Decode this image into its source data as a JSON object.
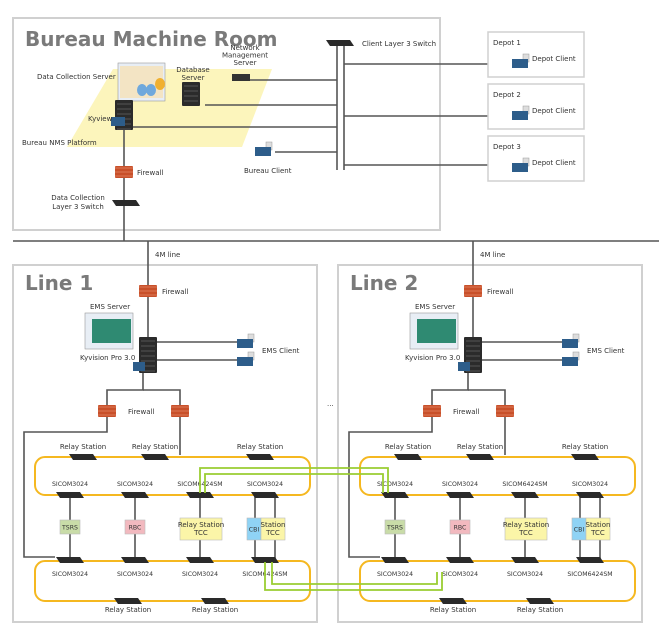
{
  "bureau": {
    "title": "Bureau Machine Room",
    "client_switch": "Client Layer 3 Switch",
    "nms_server": [
      "Network",
      "Management",
      "Server"
    ],
    "database_server": [
      "Database",
      "Server"
    ],
    "data_collection_server": "Data Collection Server",
    "kyview": "Kyview",
    "platform": "Bureau NMS Platform",
    "firewall": "Firewall",
    "bureau_client": "Bureau Client",
    "dc_switch": [
      "Data Collection",
      "Layer 3 Switch"
    ]
  },
  "depots": [
    {
      "name": "Depot 1",
      "client": "Depot Client"
    },
    {
      "name": "Depot 2",
      "client": "Depot Client"
    },
    {
      "name": "Depot 3",
      "client": "Depot Client"
    }
  ],
  "ellipsis": "...",
  "lines": [
    {
      "title": "Line 1",
      "link": "4M line",
      "firewall": "Firewall",
      "ems_server": "EMS Server",
      "kyvision": "Kyvision Pro 3.0",
      "ems_client": "EMS Client",
      "lower_firewall": "Firewall",
      "top_relays": [
        "Relay Station",
        "Relay Station",
        "Relay Station"
      ],
      "top_sicom": [
        "SICOM3024",
        "SICOM3024",
        "SICOM6424SM",
        "SICOM3024"
      ],
      "systems": [
        "TSRS",
        "RBC",
        [
          "Relay Station",
          "TCC"
        ],
        "CBI",
        [
          "Station",
          "TCC"
        ]
      ],
      "bottom_sicom": [
        "SICOM3024",
        "SICOM3024",
        "SICOM3024",
        "SICOM6424SM"
      ],
      "bottom_relays": [
        "Relay Station",
        "Relay Station"
      ]
    },
    {
      "title": "Line 2",
      "link": "4M line",
      "firewall": "Firewall",
      "ems_server": "EMS Server",
      "kyvision": "Kyvision Pro 3.0",
      "ems_client": "EMS Client",
      "lower_firewall": "Firewall",
      "top_relays": [
        "Relay Station",
        "Relay Station",
        "Relay Station"
      ],
      "top_sicom": [
        "SICOM3024",
        "SICOM3024",
        "SICOM6424SM",
        "SICOM3024"
      ],
      "systems": [
        "TSRS",
        "RBC",
        [
          "Relay Station",
          "TCC"
        ],
        "CBI",
        [
          "Station",
          "TCC"
        ]
      ],
      "bottom_sicom": [
        "SICOM3024",
        "SICOM3024",
        "SICOM3024",
        "SICOM6424SM"
      ],
      "bottom_relays": [
        "Relay Station",
        "Relay Station"
      ]
    }
  ],
  "colors": {
    "ring": "#f5b820",
    "link_green": "#9acd32",
    "tsrs": "#c9dca8",
    "rbc": "#f2b9bf",
    "tcc": "#fbf5a8",
    "cbi": "#8fd3f5",
    "platform": "#fbf3b0",
    "firewall": "#c8502a"
  }
}
